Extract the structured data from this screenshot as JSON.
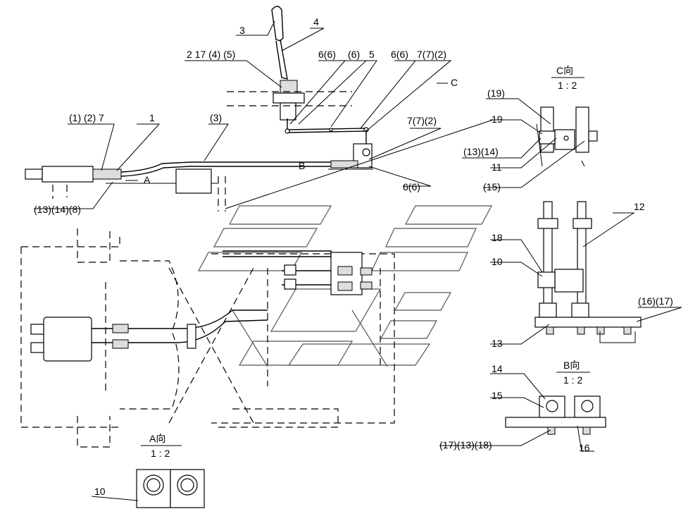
{
  "callouts": {
    "c3": "3",
    "c4": "4",
    "c2_17_4_5": "2 17 (4) (5)",
    "c6_6_a": "6(6)",
    "c_6": "(6)",
    "c5": "5",
    "c6_6_b": "6(6)",
    "c7_7_2_a": "7(7)(2)",
    "c_view": "C",
    "c1_2_7": "(1) (2) 7",
    "c1": "1",
    "c_3": "(3)",
    "c7_7_2_b": "7(7)(2)",
    "c6_6_c": "6(6)",
    "c13_14_8": "(13)(14)(8)",
    "c_19": "(19)",
    "c19": "19",
    "c13_14": "(13)(14)",
    "c11": "11",
    "c_15": "(15)",
    "c12": "12",
    "c18": "18",
    "c10_b": "10",
    "c16_17": "(16)(17)",
    "c13": "13",
    "c14": "14",
    "c15": "15",
    "c17_13_18": "(17)(13)(18)",
    "c16": "16",
    "c10_a": "10",
    "arrow_a": "A",
    "arrow_b": "B"
  },
  "views": {
    "c_title": "C向",
    "c_scale": "1 : 2",
    "b_title": "B向",
    "b_scale": "1 : 2",
    "a_title": "A向",
    "a_scale": "1 : 2"
  }
}
